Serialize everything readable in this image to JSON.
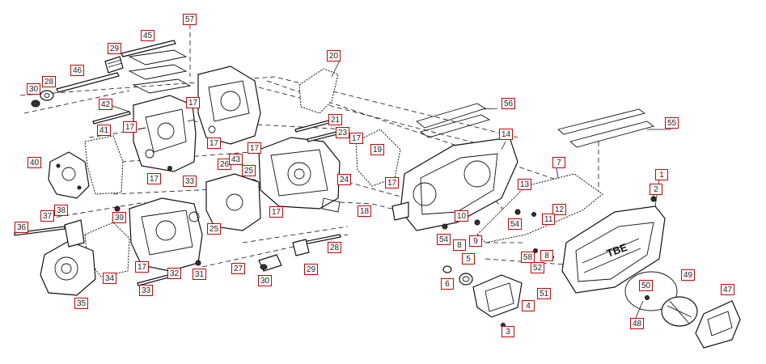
{
  "callouts": [
    {
      "id": "c57",
      "label": "57"
    },
    {
      "id": "c45",
      "label": "45"
    },
    {
      "id": "c29a",
      "label": "29"
    },
    {
      "id": "c46",
      "label": "46"
    },
    {
      "id": "c30a",
      "label": "30"
    },
    {
      "id": "c28",
      "label": "28"
    },
    {
      "id": "c42",
      "label": "42"
    },
    {
      "id": "c41",
      "label": "41"
    },
    {
      "id": "c17a",
      "label": "17"
    },
    {
      "id": "c17b",
      "label": "17"
    },
    {
      "id": "c17c",
      "label": "17"
    },
    {
      "id": "c17d",
      "label": "17"
    },
    {
      "id": "c40",
      "label": "40"
    },
    {
      "id": "c33a",
      "label": "33"
    },
    {
      "id": "c26",
      "label": "26"
    },
    {
      "id": "c43",
      "label": "43"
    },
    {
      "id": "c17e",
      "label": "17"
    },
    {
      "id": "c25a",
      "label": "25"
    },
    {
      "id": "c20",
      "label": "20"
    },
    {
      "id": "c21",
      "label": "21"
    },
    {
      "id": "c23",
      "label": "23"
    },
    {
      "id": "c17f",
      "label": "17"
    },
    {
      "id": "c19",
      "label": "19"
    },
    {
      "id": "c56",
      "label": "56"
    },
    {
      "id": "c14",
      "label": "14"
    },
    {
      "id": "c55",
      "label": "55"
    },
    {
      "id": "c7",
      "label": "7"
    },
    {
      "id": "c13",
      "label": "13"
    },
    {
      "id": "c24",
      "label": "24"
    },
    {
      "id": "c17g",
      "label": "17"
    },
    {
      "id": "c1",
      "label": "1"
    },
    {
      "id": "c2",
      "label": "2"
    },
    {
      "id": "c12",
      "label": "12"
    },
    {
      "id": "c10",
      "label": "10"
    },
    {
      "id": "c11",
      "label": "11"
    },
    {
      "id": "c54a",
      "label": "54"
    },
    {
      "id": "c54b",
      "label": "54"
    },
    {
      "id": "c8a",
      "label": "8"
    },
    {
      "id": "c9",
      "label": "9"
    },
    {
      "id": "c18",
      "label": "18"
    },
    {
      "id": "c17h",
      "label": "17"
    },
    {
      "id": "c39",
      "label": "39"
    },
    {
      "id": "c25b",
      "label": "25"
    },
    {
      "id": "c37",
      "label": "37"
    },
    {
      "id": "c38",
      "label": "38"
    },
    {
      "id": "c36",
      "label": "36"
    },
    {
      "id": "c27",
      "label": "27"
    },
    {
      "id": "c28b",
      "label": "28"
    },
    {
      "id": "c29b",
      "label": "29"
    },
    {
      "id": "c30b",
      "label": "30"
    },
    {
      "id": "c17i",
      "label": "17"
    },
    {
      "id": "c32",
      "label": "32"
    },
    {
      "id": "c31",
      "label": "31"
    },
    {
      "id": "c33b",
      "label": "33"
    },
    {
      "id": "c34",
      "label": "34"
    },
    {
      "id": "c35",
      "label": "35"
    },
    {
      "id": "c5",
      "label": "5"
    },
    {
      "id": "c6",
      "label": "6"
    },
    {
      "id": "c4",
      "label": "4"
    },
    {
      "id": "c3",
      "label": "3"
    },
    {
      "id": "c58",
      "label": "58"
    },
    {
      "id": "c52",
      "label": "52"
    },
    {
      "id": "c8b",
      "label": "8"
    },
    {
      "id": "c51",
      "label": "51"
    },
    {
      "id": "c50",
      "label": "50"
    },
    {
      "id": "c49",
      "label": "49"
    },
    {
      "id": "c48",
      "label": "48"
    },
    {
      "id": "c47",
      "label": "47"
    }
  ],
  "cover_logo": "TBE"
}
